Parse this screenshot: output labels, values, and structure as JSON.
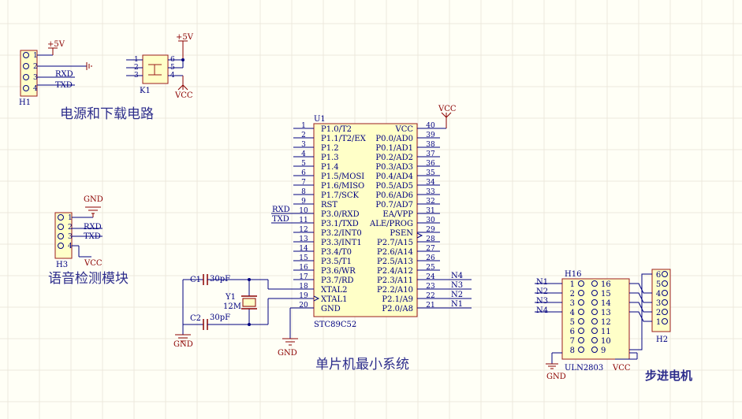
{
  "colors": {
    "background": "#fffff6",
    "grid": "#ece9dd",
    "wire": "#000080",
    "body": "#9b1c1c",
    "body_fill": "#ffffc8",
    "power": "#8b0000",
    "title": "#2d2d8c"
  },
  "titles": {
    "power_download": "电源和下载电路",
    "voice_detect": "语音检测模块",
    "mcu_min": "单片机最小系统",
    "stepper": "步进电机"
  },
  "power": {
    "plus5v": "+5V",
    "vcc": "VCC",
    "gnd": "GND"
  },
  "h1": {
    "designator": "H1",
    "pins": [
      "1",
      "2",
      "3",
      "4"
    ],
    "nets": [
      "RXD",
      "TXD"
    ]
  },
  "k1": {
    "designator": "K1",
    "left_pins": [
      "1",
      "2",
      "3"
    ],
    "right_pins": [
      "6",
      "5",
      "4"
    ]
  },
  "h3": {
    "designator": "H3",
    "pins": [
      "1",
      "2",
      "3",
      "4"
    ],
    "nets": [
      "RXD",
      "TXD"
    ]
  },
  "u1": {
    "designator": "U1",
    "part": "STC89C52",
    "left_pins": [
      {
        "num": "1",
        "name": "P1.0/T2"
      },
      {
        "num": "2",
        "name": "P1.1/T2/EX"
      },
      {
        "num": "3",
        "name": "P1.2"
      },
      {
        "num": "4",
        "name": "P1.3"
      },
      {
        "num": "5",
        "name": "P1.4"
      },
      {
        "num": "6",
        "name": "P1.5/MOSI"
      },
      {
        "num": "7",
        "name": "P1.6/MISO"
      },
      {
        "num": "8",
        "name": "P1.7/SCK"
      },
      {
        "num": "9",
        "name": "RST"
      },
      {
        "num": "10",
        "name": "P3.0/RXD"
      },
      {
        "num": "11",
        "name": "P3.1/TXD"
      },
      {
        "num": "12",
        "name": "P3.2/INT0"
      },
      {
        "num": "13",
        "name": "P3.3/INT1"
      },
      {
        "num": "14",
        "name": "P3.4/T0"
      },
      {
        "num": "15",
        "name": "P3.5/T1"
      },
      {
        "num": "16",
        "name": "P3.6/WR"
      },
      {
        "num": "17",
        "name": "P3.7/RD"
      },
      {
        "num": "18",
        "name": "XTAL2"
      },
      {
        "num": "19",
        "name": "XTAL1"
      },
      {
        "num": "20",
        "name": "GND"
      }
    ],
    "right_pins": [
      {
        "num": "40",
        "name": "VCC"
      },
      {
        "num": "39",
        "name": "P0.0/AD0"
      },
      {
        "num": "38",
        "name": "P0.1/AD1"
      },
      {
        "num": "37",
        "name": "P0.2/AD2"
      },
      {
        "num": "36",
        "name": "P0.3/AD3"
      },
      {
        "num": "35",
        "name": "P0.4/AD4"
      },
      {
        "num": "34",
        "name": "P0.5/AD5"
      },
      {
        "num": "33",
        "name": "P0.6/AD6"
      },
      {
        "num": "32",
        "name": "P0.7/AD7"
      },
      {
        "num": "31",
        "name": "EA/VPP"
      },
      {
        "num": "30",
        "name": "ALE/PROG"
      },
      {
        "num": "29",
        "name": "PSEN"
      },
      {
        "num": "28",
        "name": "P2.7/A15"
      },
      {
        "num": "27",
        "name": "P2.6/A14"
      },
      {
        "num": "26",
        "name": "P2.5/A13"
      },
      {
        "num": "25",
        "name": "P2.4/A12"
      },
      {
        "num": "24",
        "name": "P2.3/A11"
      },
      {
        "num": "23",
        "name": "P2.2/A10"
      },
      {
        "num": "22",
        "name": "P2.1/A9"
      },
      {
        "num": "21",
        "name": "P2.0/A8"
      }
    ],
    "left_nets": {
      "10": "RXD",
      "11": "TXD"
    },
    "right_nets": {
      "24": "N4",
      "23": "N3",
      "22": "N2",
      "21": "N1"
    }
  },
  "crystal": {
    "c1": "C1",
    "c1_value": "30pF",
    "c2": "C2",
    "c2_value": "30pF",
    "y1": "Y1",
    "y1_value": "12M"
  },
  "h16": {
    "designator": "H16",
    "part": "ULN2803",
    "left_pins": [
      "1",
      "2",
      "3",
      "4",
      "5",
      "6",
      "7",
      "8"
    ],
    "right_pins": [
      "16",
      "15",
      "14",
      "13",
      "12",
      "11",
      "10",
      "9"
    ],
    "in_nets": [
      "N1",
      "N2",
      "N3",
      "N4"
    ]
  },
  "h2": {
    "designator": "H2",
    "pins": [
      "6",
      "5",
      "4",
      "3",
      "2",
      "1"
    ]
  }
}
